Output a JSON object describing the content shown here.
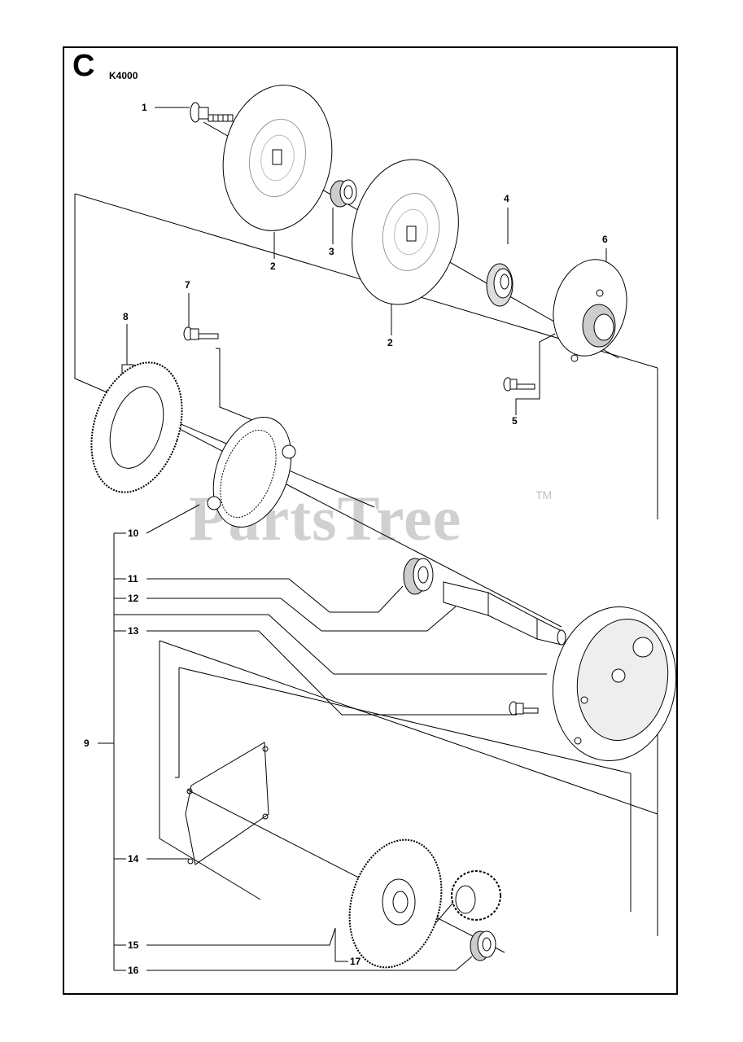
{
  "section_letter": "C",
  "model": "K4000",
  "watermark": "PartsTree",
  "watermark_mark": "TM",
  "callouts": {
    "c1": "1",
    "c2a": "2",
    "c2b": "2",
    "c3": "3",
    "c4": "4",
    "c5": "5",
    "c6": "6",
    "c7": "7",
    "c8": "8",
    "c9": "9",
    "c10": "10",
    "c11": "11",
    "c12": "12",
    "c13": "13",
    "c14": "14",
    "c15": "15",
    "c16": "16",
    "c17": "17"
  },
  "icons": [
    "bolt",
    "flange-disc",
    "bushing",
    "seal-ring",
    "bearing-plate",
    "screw",
    "gear-ring",
    "shaft",
    "gear-housing",
    "gasket",
    "bevel-gear",
    "pinion-gear",
    "bearing"
  ]
}
